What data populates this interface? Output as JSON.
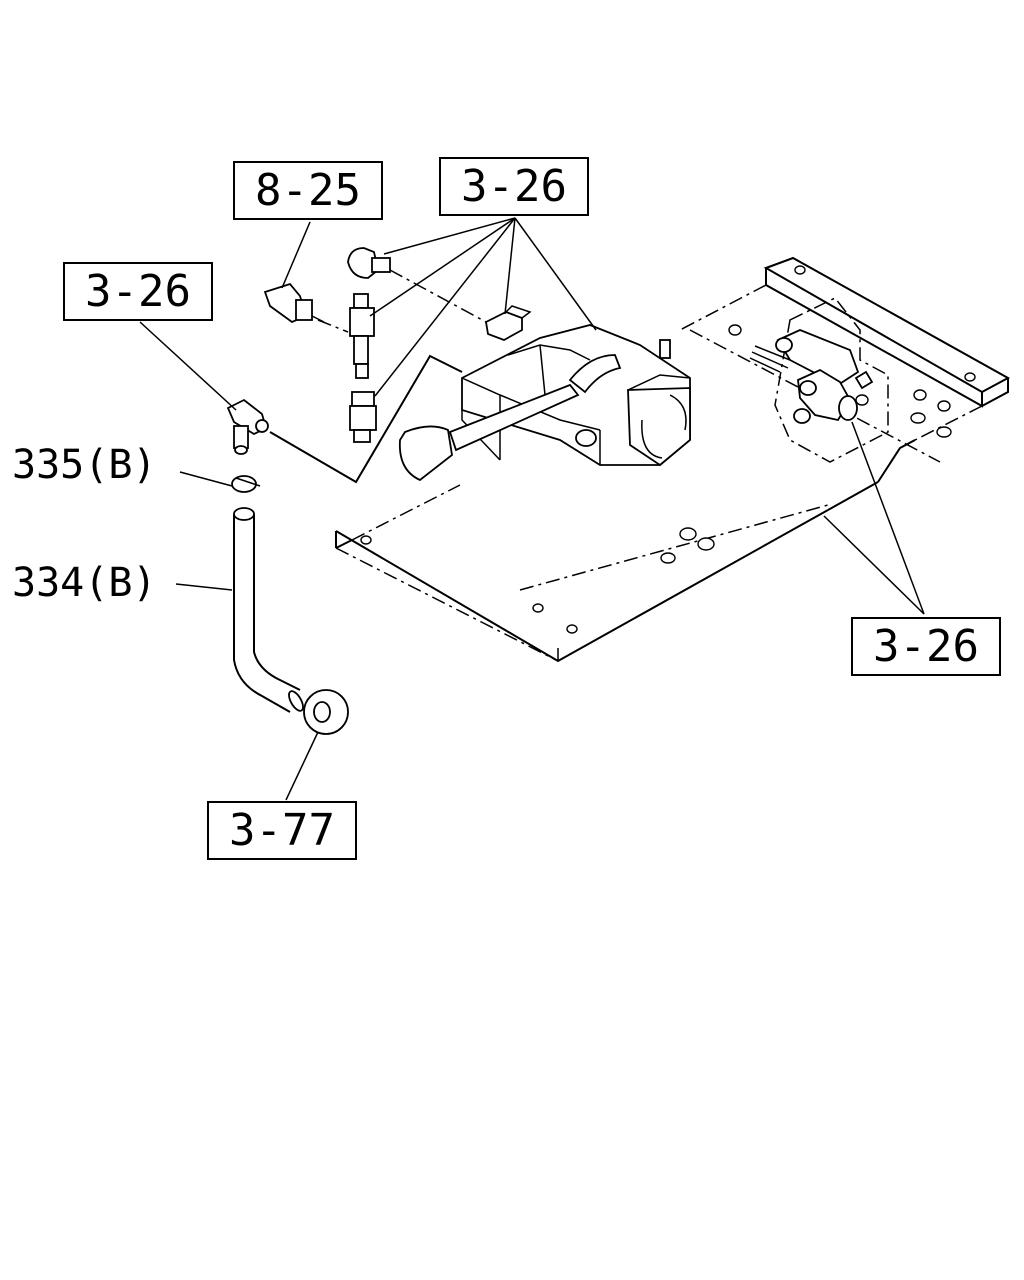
{
  "references": {
    "ref_8_25": "8-25",
    "ref_3_26_top_left": "3-26",
    "ref_3_26_top_center": "3-26",
    "ref_3_26_right": "3-26",
    "ref_3_77": "3-77"
  },
  "parts": {
    "clamp": "335(B)",
    "hose": "334(B)"
  }
}
